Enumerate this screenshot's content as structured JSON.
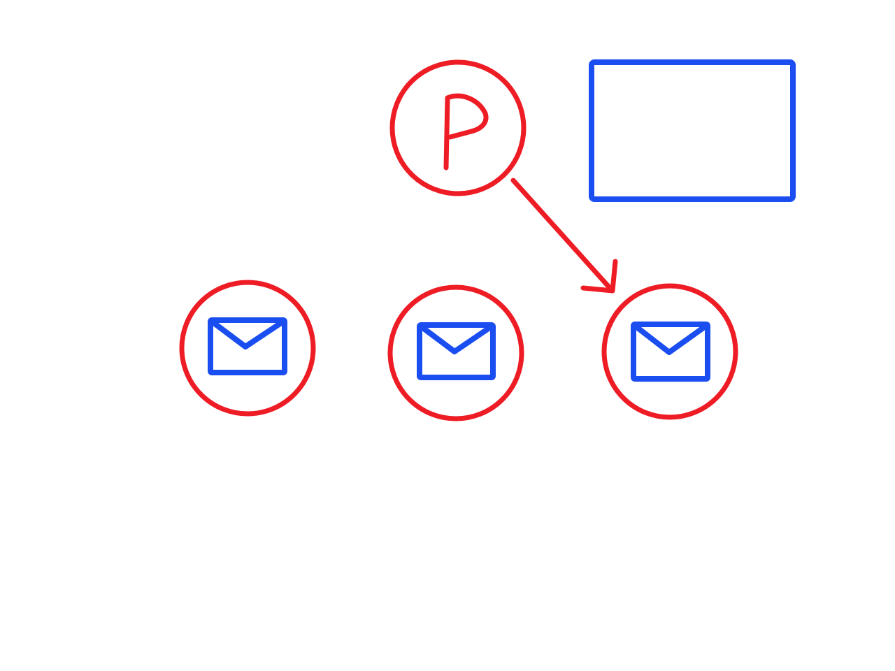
{
  "colors": {
    "red": "#ee1c25",
    "blue": "#1b4ef0",
    "background": "#ffffff"
  },
  "diagram": {
    "p_node": {
      "label": "P",
      "icon": "letter-p"
    },
    "rectangle": {
      "label": ""
    },
    "mail_nodes": [
      {
        "icon": "envelope-icon"
      },
      {
        "icon": "envelope-icon"
      },
      {
        "icon": "envelope-icon"
      }
    ],
    "arrow": {
      "from": "p_node",
      "to": "mail_nodes.2"
    }
  }
}
